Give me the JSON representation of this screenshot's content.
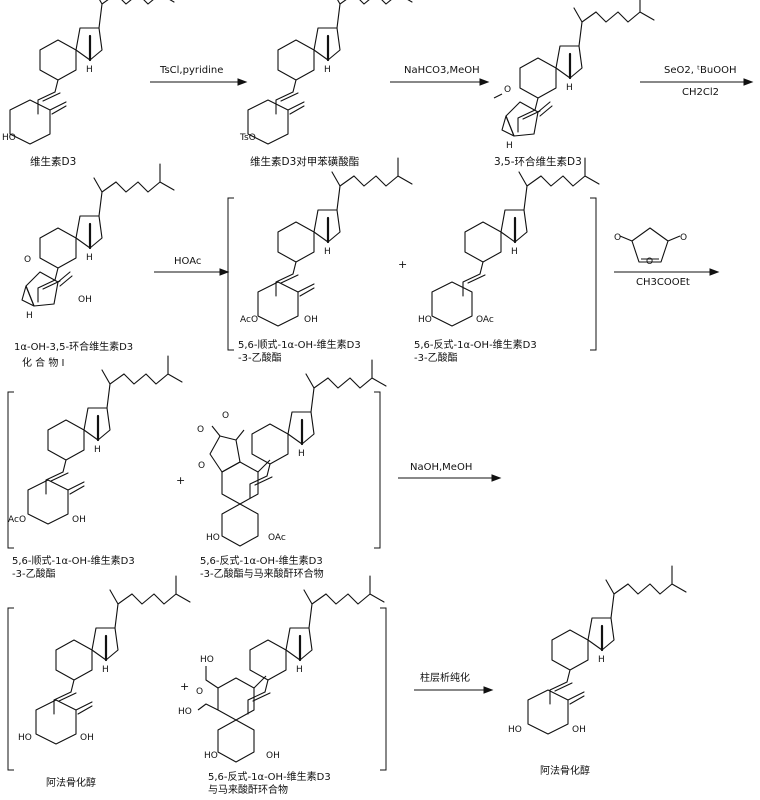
{
  "compounds": {
    "vitamin_d3": "维生素D3",
    "vitamin_d3_tosylate": "维生素D3对甲苯磺酸酯",
    "cyclovitamin_d3": "3,5-环合维生素D3",
    "hydroxy_cyclovitamin_line1": "1α-OH-3,5-环合维生素D3",
    "hydroxy_cyclovitamin_line2": "化 合 物 I",
    "cis_acetate_a_line1": "5,6-顺式-1α-OH-维生素D3",
    "cis_acetate_a_line2": "-3-乙酸酯",
    "trans_acetate_line1": "5,6-反式-1α-OH-维生素D3",
    "trans_acetate_line2": "-3-乙酸酯",
    "cis_acetate_b_line1": "5,6-顺式-1α-OH-维生素D3",
    "cis_acetate_b_line2": "-3-乙酸酯",
    "trans_adduct_acetate_line1": "5,6-反式-1α-OH-维生素D3",
    "trans_adduct_acetate_line2": "-3-乙酸酯与马来酸酐环合物",
    "alfacalcidol_a": "阿法骨化醇",
    "trans_adduct_line1": "5,6-反式-1α-OH-维生素D3",
    "trans_adduct_line2": "与马来酸酐环合物",
    "alfacalcidol_final": "阿法骨化醇"
  },
  "conditions": {
    "step1": "TsCl,pyridine",
    "step2": "NaHCO3,MeOH",
    "step3_top_a": "SeO2,",
    "step3_top_b": "ᵗBuOOH",
    "step3_bottom": "CH2Cl2",
    "step4": "HOAc",
    "step5": "CH3COOEt",
    "step6": "NaOH,MeOH",
    "step7": "柱层析纯化"
  },
  "atoms": {
    "h": "H",
    "ho": "HO",
    "oh": "OH",
    "tso": "TsO",
    "aco": "AcO",
    "oac": "OAc",
    "o": "O",
    "plus": "+"
  }
}
